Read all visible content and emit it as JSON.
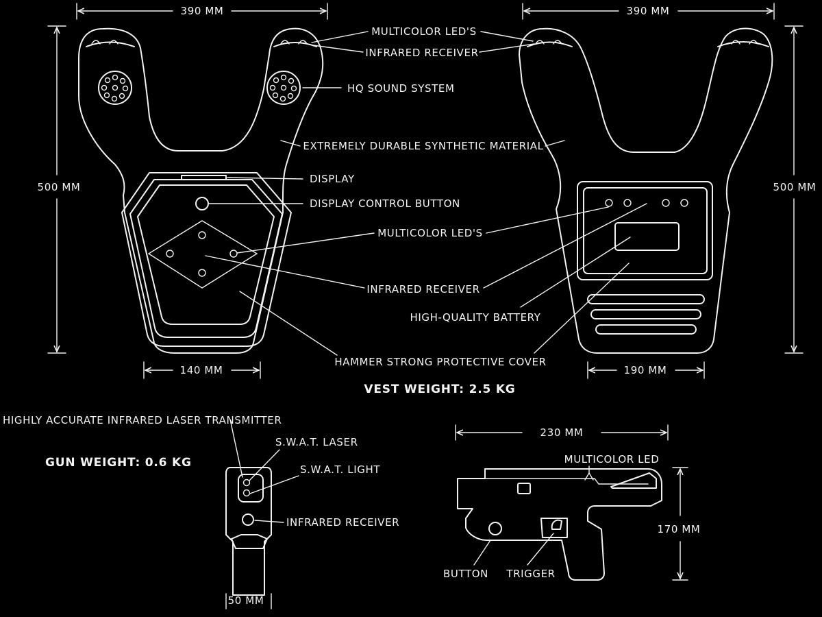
{
  "vest": {
    "front_width": "390 MM",
    "back_width": "390 MM",
    "front_height": "500 MM",
    "back_height": "500 MM",
    "front_panel_width": "140 MM",
    "back_panel_width": "190 MM",
    "label_led_top": "MULTICOLOR LED'S",
    "label_ir_top": "INFRARED RECEIVER",
    "label_sound": "HQ SOUND SYSTEM",
    "label_material": "EXTREMELY DURABLE SYNTHETIC MATERIAL",
    "label_display": "DISPLAY",
    "label_display_button": "DISPLAY CONTROL BUTTON",
    "label_led_mid": "MULTICOLOR LED'S",
    "label_ir_mid": "INFRARED RECEIVER",
    "label_battery": "HIGH-QUALITY BATTERY",
    "label_cover": "HAMMER STRONG PROTECTIVE COVER",
    "weight": "VEST WEIGHT: 2.5 KG"
  },
  "gun": {
    "label_laser_tx": "HIGHLY ACCURATE INFRARED LASER TRANSMITTER",
    "weight": "GUN WEIGHT: 0.6 KG",
    "label_swat_laser": "S.W.A.T. LASER",
    "label_swat_light": "S.W.A.T. LIGHT",
    "label_ir": "INFRARED RECEIVER",
    "front_width": "50 MM",
    "length": "230 MM",
    "label_led": "MULTICOLOR LED",
    "height": "170 MM",
    "label_button": "BUTTON",
    "label_trigger": "TRIGGER"
  },
  "colors": {
    "background": "#000000",
    "ink": "#f2f2f2"
  }
}
